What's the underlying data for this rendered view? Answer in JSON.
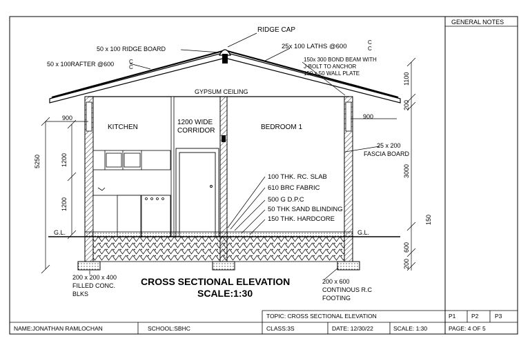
{
  "labels": {
    "ridge_cap": "RIDGE CAP",
    "ridge_board": "50 x 100 RIDGE BOARD",
    "rafter": "50 x 100RAFTER @600",
    "cc": "C",
    "laths": "25x 100 LATHS @600",
    "bond_beam_1": "150x 300 BOND BEAM WITH",
    "bond_beam_2": "J-BOLT TO ANCHOR",
    "wall_plate": "150 x 50 WALL PLATE",
    "gypsum": "GYPSUM CEILING",
    "kitchen": "KITCHEN",
    "corridor_1": "1200 WIDE",
    "corridor_2": "CORRIDOR",
    "bedroom": "BEDROOM 1",
    "fascia_1": "25 x 200",
    "fascia_2": "FASCIA BOARD",
    "slab": "100 THK. RC. SLAB",
    "brc": "610 BRC FABRIC",
    "dpc": "500 G D.P.C",
    "sand": "50 THK SAND BLINDING",
    "hardcore": "150 THK. HARDCORE",
    "gl_left": "G.L.",
    "gl_right": "G.L.",
    "blocks_1": "200 x 200 x 400",
    "blocks_2": "FILLED CONC.",
    "blocks_3": "BLKS",
    "footing_1": "200 x 600",
    "footing_2": "CONTINOUS R.C",
    "footing_3": "FOOTING"
  },
  "dimensions": {
    "d900_left": "900",
    "d900_right": "900",
    "d5250": "5250",
    "d1200_upper": "1200",
    "d1200_lower": "1200",
    "d1100": "1100",
    "d200_top": "200",
    "d3000": "3000",
    "d150": "150",
    "d600": "600",
    "d200_bottom": "200"
  },
  "title": {
    "line1": "CROSS SECTIONAL ELEVATION",
    "line2": "SCALE:1:30"
  },
  "title_block": {
    "general_notes": "GENERAL NOTES",
    "topic": "TOPIC: CROSS SECTIONAL ELEVATION",
    "p1": "P1",
    "p2": "P2",
    "p3": "P3",
    "name": "NAME:JONATHAN RAMLOCHAN",
    "school": "SCHOOL:SBHC",
    "class": "CLASS:3S",
    "date": "DATE: 12/30/22",
    "scale": "SCALE: 1:30",
    "page": "PAGE:  4 OF 5"
  }
}
